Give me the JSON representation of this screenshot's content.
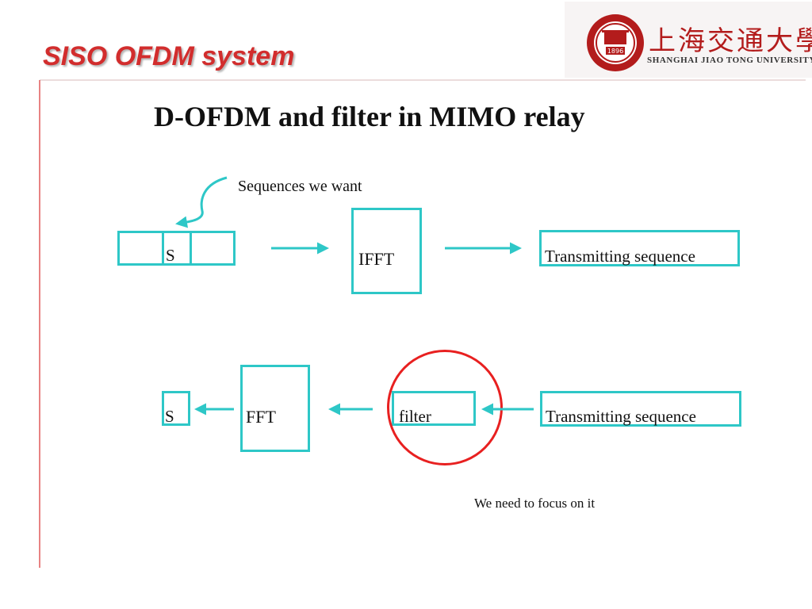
{
  "slide": {
    "title": "SISO OFDM system",
    "heading": "D-OFDM and filter in MIMO relay"
  },
  "logo": {
    "name_cn": "上海交通大學",
    "name_en": "SHANGHAI JIAO TONG UNIVERSITY",
    "year": "1896"
  },
  "diagram": {
    "annotation_top": "Sequences we want",
    "annotation_bottom": "We need to focus on it",
    "tx_row": {
      "s_label": "S",
      "ifft_label": "IFFT",
      "output_label": "Transmitting sequence"
    },
    "rx_row": {
      "s_label": "S",
      "fft_label": "FFT",
      "filter_label": "filter",
      "input_label": "Transmitting sequence"
    }
  },
  "colors": {
    "box_border": "#2ec7c7",
    "highlight": "#e82020",
    "title": "#d22d2d",
    "logo_red": "#b31c1c"
  }
}
